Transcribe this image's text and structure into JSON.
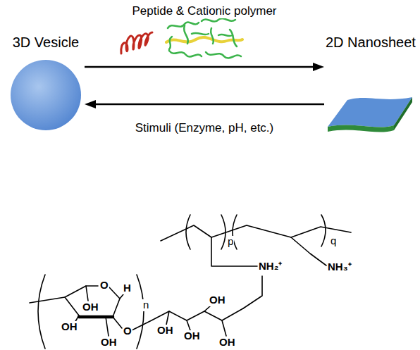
{
  "diagram": {
    "nodes": [
      {
        "text": [
          "3D Vesicle"
        ]
      },
      {
        "text": [
          "2D Nanosheet"
        ]
      }
    ],
    "edges": [
      {
        "from": 0,
        "to": 1,
        "arrow": "to",
        "label": "Peptide & Cationic polymer"
      },
      {
        "from": 1,
        "to": 0,
        "arrow": "to",
        "label": "Stimuli (Enzyme, pH, etc.)"
      }
    ],
    "labels": [
      "p",
      "q",
      "NH₂⁺",
      "NH₃⁺",
      "O",
      "H",
      "n",
      "O",
      "OH",
      "OH",
      "OH",
      "OH",
      "OH",
      "OH",
      "OH"
    ]
  }
}
